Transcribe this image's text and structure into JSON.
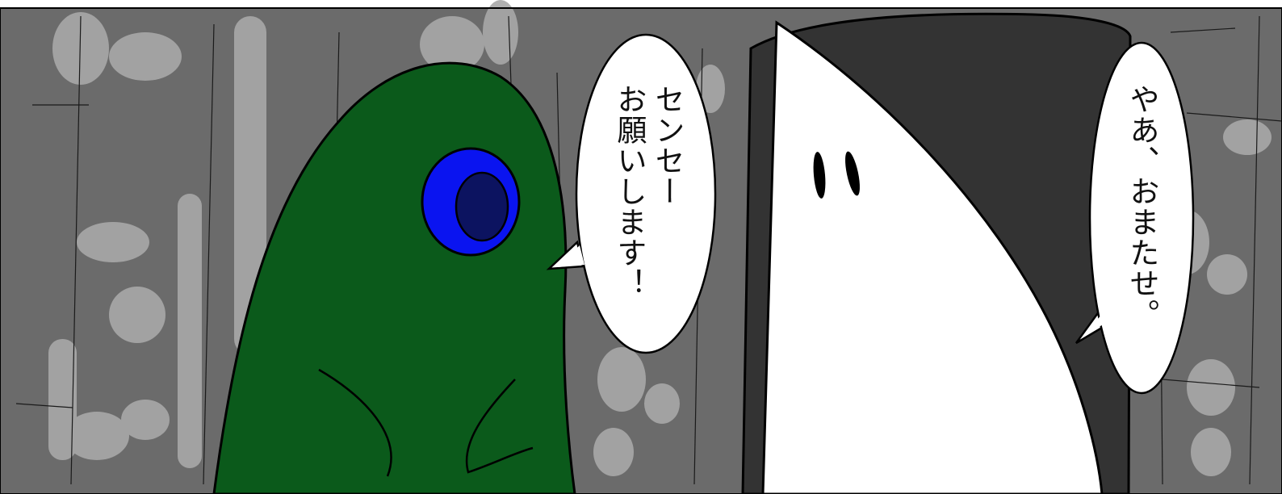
{
  "comic": {
    "colors": {
      "background": "#6b6b6b",
      "streaks": "#a9a9a9",
      "frog_body": "#0b5a1b",
      "frog_eye_outer": "#0a14f0",
      "frog_eye_inner": "#0c1360",
      "robe": "#333333",
      "ghost": "#ffffff",
      "outline": "#000000",
      "bubble": "#ffffff"
    },
    "characters": [
      {
        "name_icon": "green-creature-icon"
      },
      {
        "name_icon": "white-ghost-icon"
      }
    ],
    "bubbles": {
      "left": {
        "lines": [
          "センセー",
          "お願いします！"
        ]
      },
      "right": {
        "lines": [
          "やあ、おまたせ。"
        ]
      }
    }
  }
}
